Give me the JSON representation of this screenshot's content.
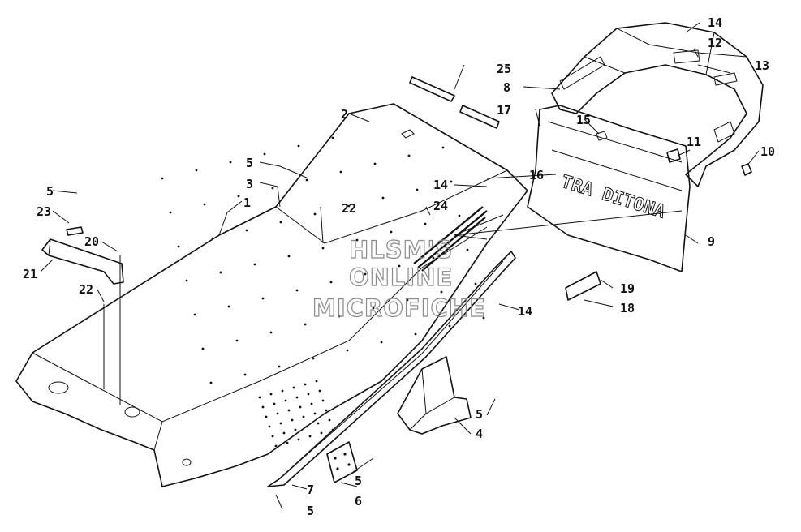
{
  "watermark": {
    "line1": "HLSM'S",
    "line2": "ONLINE",
    "line3": "MICROFICHE"
  },
  "callouts": {
    "c1": "1",
    "c2": "2",
    "c3": "3",
    "c4": "4",
    "c5a": "5",
    "c5b": "5",
    "c5c": "5",
    "c5d": "5",
    "c5e": "5",
    "c6": "6",
    "c7": "7",
    "c8": "8",
    "c9": "9",
    "c10": "10",
    "c11": "11",
    "c12": "12",
    "c13": "13",
    "c14a": "14",
    "c14b": "14",
    "c14c": "14",
    "c15": "15",
    "c16": "16",
    "c17": "17",
    "c18": "18",
    "c19": "19",
    "c20": "20",
    "c21": "21",
    "c22a": "22",
    "c22b": "22",
    "c23": "23",
    "c24": "24",
    "c25": "25"
  },
  "decal_text": "TRA DITONA"
}
